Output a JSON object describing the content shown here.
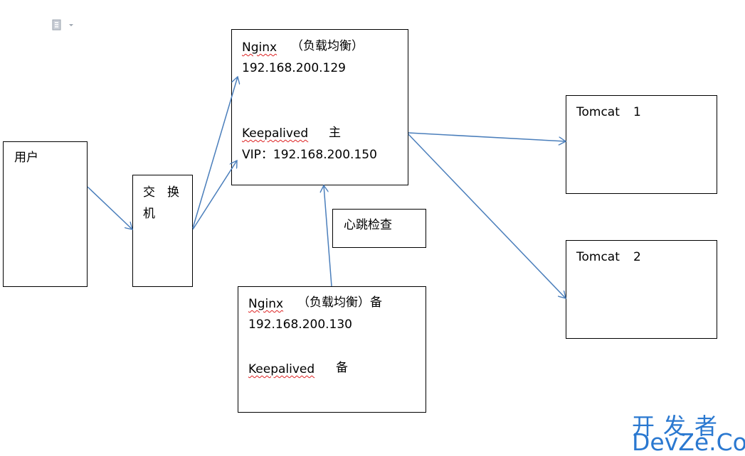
{
  "user": {
    "label": "用户"
  },
  "switch": {
    "line1_a": "交",
    "line1_b": "换",
    "line2": "机"
  },
  "nginx_master": {
    "name": "Nginx",
    "role": "（负载均衡）",
    "ip": "192.168.200.129",
    "ka_name": "Keepalived",
    "ka_role": "主",
    "vip": "VIP：192.168.200.150"
  },
  "nginx_backup": {
    "name": "Nginx",
    "role": "（负载均衡）备",
    "ip": "192.168.200.130",
    "ka_name": "Keepalived",
    "ka_role": "备"
  },
  "heartbeat": {
    "label": "心跳检查"
  },
  "tomcat1": {
    "name": "Tomcat",
    "num": "1"
  },
  "tomcat2": {
    "name": "Tomcat",
    "num": "2"
  },
  "watermark": {
    "cn": "开发者",
    "en": "DevZe.CoM"
  },
  "colors": {
    "arrow": "#4a7ebb",
    "spellcheck": "#dd2222",
    "watermark": "#2a78d0"
  }
}
